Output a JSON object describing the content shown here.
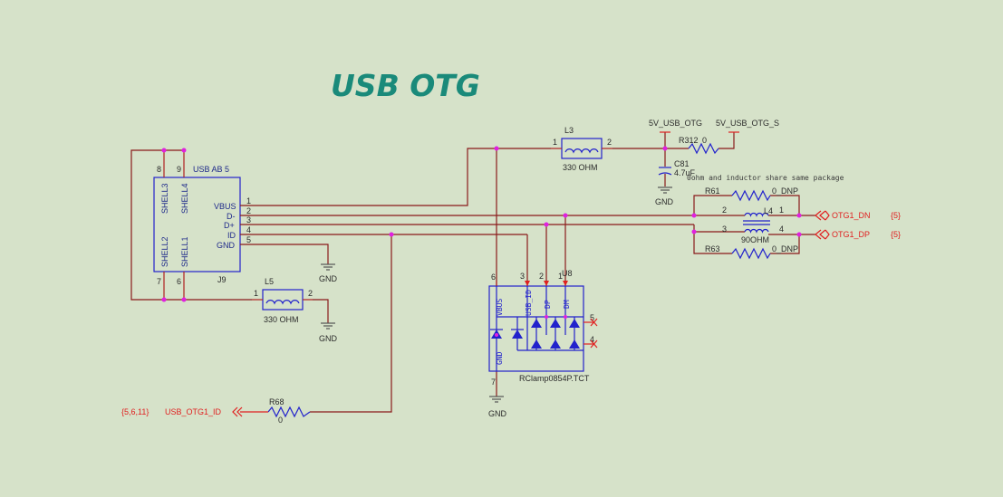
{
  "title": "USB OTG",
  "connector": {
    "ref": "J9",
    "part": "USB AB 5",
    "pins_left": [
      "SHELL3",
      "SHELL4",
      "SHELL2",
      "SHELL1"
    ],
    "pins_left_nums": [
      "8",
      "9",
      "7",
      "6"
    ],
    "pins_right": [
      "VBUS",
      "D-",
      "D+",
      "ID",
      "GND"
    ],
    "pins_right_nums": [
      "1",
      "2",
      "3",
      "4",
      "5"
    ]
  },
  "inductors": {
    "l3": {
      "ref": "L3",
      "value": "330 OHM",
      "pin1": "1",
      "pin2": "2"
    },
    "l5": {
      "ref": "L5",
      "value": "330 OHM",
      "pin1": "1",
      "pin2": "2"
    },
    "l4": {
      "ref": "L4",
      "value": "90OHM",
      "p1": "1",
      "p2": "2",
      "p3": "3",
      "p4": "4"
    }
  },
  "resistors": {
    "r312": {
      "ref": "R312",
      "value": "0"
    },
    "r61": {
      "ref": "R61",
      "value": "0_DNP"
    },
    "r63": {
      "ref": "R63",
      "value": "0_DNP"
    },
    "r68": {
      "ref": "R68",
      "value": "0"
    }
  },
  "capacitor": {
    "ref": "C81",
    "value": "4.7uF"
  },
  "nets": {
    "usb_otg": "5V_USB_OTG",
    "usb_otg_s": "5V_USB_OTG_S",
    "gnd": "GND",
    "otg1_dn": "OTG1_DN",
    "otg1_dp": "OTG1_DP",
    "otg1_id": "USB_OTG1_ID",
    "page_ref_dn": "{5}",
    "page_ref_dp": "{5}",
    "page_ref_id": "{5,6,11}"
  },
  "note": "0ohm and inductor share same package",
  "esd": {
    "ref": "U8",
    "part": "RClamp0854P.TCT",
    "pin_labels": [
      "VBUS",
      "USB_ID",
      "DP",
      "DM",
      "GND"
    ],
    "pin_nums": [
      "6",
      "3",
      "2",
      "1",
      "5",
      "4",
      "7"
    ]
  },
  "colors": {
    "background": "#d6e2c9",
    "wire": "#8a1a1a",
    "component": "#2222cc",
    "port": "#e02020",
    "title": "#1a8a7a",
    "junction": "#e020e0"
  }
}
